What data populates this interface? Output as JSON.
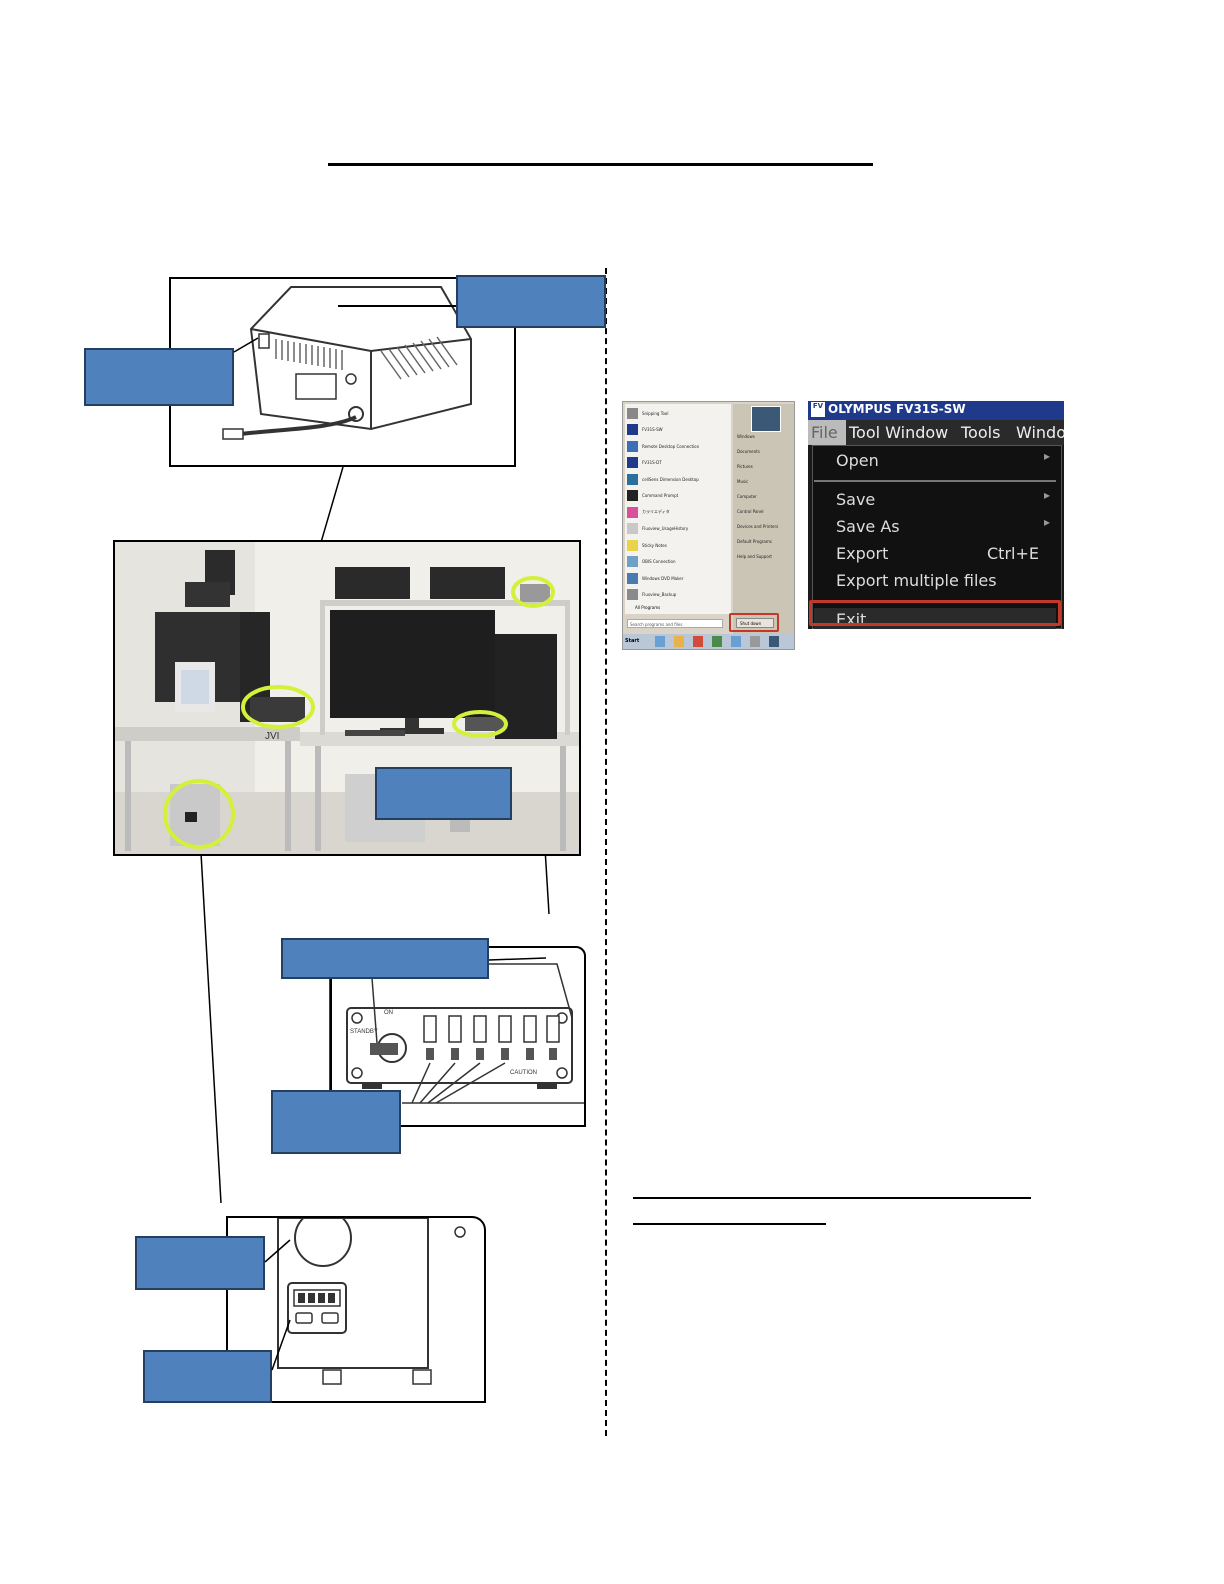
{
  "start_menu": {
    "left_items": [
      "Snipping Tool",
      "FV31S-SW",
      "Remote Desktop Connection",
      "FV31S-DT",
      "cellSens Dimension Desktop",
      "Command Prompt",
      "カラリエディタ",
      "Fluoview_UsageHistory",
      "Sticky Notes",
      "OBIS Connection",
      "Windows DVD Maker",
      "Fluoview_Backup"
    ],
    "all_programs": "All Programs",
    "search_placeholder": "Search programs and files",
    "shut_down": "Shut down",
    "right_items": [
      "Windows",
      "Documents",
      "Pictures",
      "Music",
      "Computer",
      "Control Panel",
      "Devices and Printers",
      "Default Programs",
      "Help and Support"
    ],
    "start_label": "Start"
  },
  "app_window": {
    "title": "OLYMPUS FV31S-SW",
    "menu_bar": [
      "File",
      "Tool Window",
      "Tools",
      "Windo"
    ],
    "menu_items": [
      {
        "label": "Open",
        "shortcut": "",
        "arrow": "▸"
      },
      {
        "label": "Save",
        "shortcut": "",
        "arrow": "▸"
      },
      {
        "label": "Save As",
        "shortcut": "",
        "arrow": "▸"
      },
      {
        "label": "Export",
        "shortcut": "Ctrl+E",
        "arrow": ""
      },
      {
        "label": "Export multiple files",
        "shortcut": "",
        "arrow": ""
      },
      {
        "label": "Exit",
        "shortcut": "",
        "arrow": ""
      }
    ]
  },
  "photo": {
    "brand": "JVI"
  },
  "switchbox": {
    "on": "ON",
    "standby": "STANDBY",
    "caution": "CAUTION"
  },
  "colors": {
    "label_fill": "#4f81bd",
    "label_border": "#243f60",
    "highlight_ring": "#d4f03a",
    "menu_highlight": "#c0392b"
  }
}
